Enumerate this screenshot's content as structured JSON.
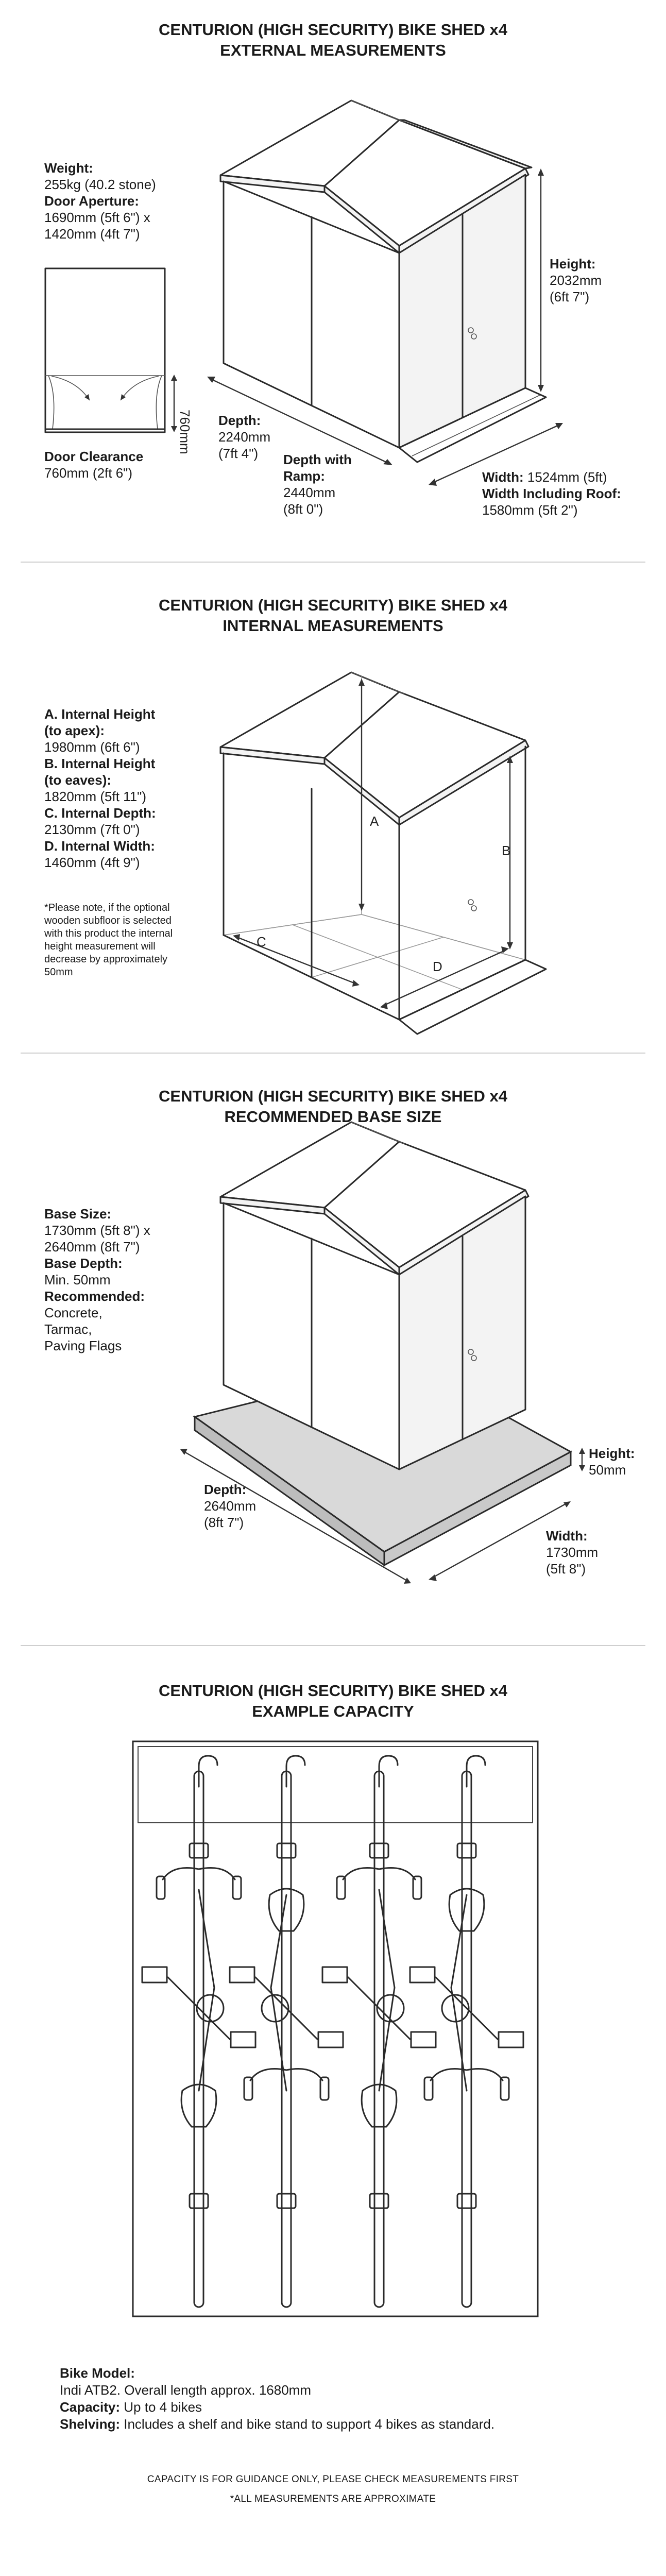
{
  "colors": {
    "text": "#1a1a1a",
    "line": "#2a2a2a",
    "divider": "#cfcfcf",
    "base": "#d9d9d9"
  },
  "external": {
    "title_line1": "CENTURION (HIGH SECURITY) BIKE SHED x4",
    "title_line2": "EXTERNAL MEASUREMENTS",
    "weight_label": "Weight:",
    "weight_value": "255kg (40.2 stone)",
    "door_aperture_label": "Door Aperture:",
    "door_aperture_value1": "1690mm (5ft 6\") x",
    "door_aperture_value2": "1420mm (4ft 7\")",
    "door_clearance_label": "Door Clearance",
    "door_clearance_value": "760mm (2ft 6\")",
    "door_clearance_dim": "760mm",
    "height_label": "Height:",
    "height_value1": "2032mm",
    "height_value2": "(6ft 7\")",
    "depth_label": "Depth:",
    "depth_value1": "2240mm",
    "depth_value2": "(7ft 4\")",
    "depth_ramp_label1": "Depth with",
    "depth_ramp_label2": "Ramp:",
    "depth_ramp_value1": "2440mm",
    "depth_ramp_value2": "(8ft 0\")",
    "width_label": "Width:",
    "width_value": "1524mm (5ft)",
    "width_roof_label": "Width Including Roof:",
    "width_roof_value": "1580mm (5ft 2\")"
  },
  "internal": {
    "title_line1": "CENTURION (HIGH SECURITY) BIKE SHED x4",
    "title_line2": "INTERNAL MEASUREMENTS",
    "a_label1": "A. Internal Height",
    "a_label2": "(to apex):",
    "a_value": "1980mm (6ft 6\")",
    "b_label1": "B. Internal Height",
    "b_label2": "(to eaves):",
    "b_value": "1820mm (5ft 11\")",
    "c_label": "C. Internal Depth:",
    "c_value": "2130mm (7ft 0\")",
    "d_label": "D. Internal Width:",
    "d_value": "1460mm (4ft 9\")",
    "note_lines": [
      "*Please note, if the optional",
      "wooden subfloor is selected",
      "with this product the internal",
      "height measurement will",
      "decrease by approximately",
      "50mm"
    ],
    "marker_a": "A",
    "marker_b": "B",
    "marker_c": "C",
    "marker_d": "D"
  },
  "base": {
    "title_line1": "CENTURION (HIGH SECURITY) BIKE SHED x4",
    "title_line2": "RECOMMENDED BASE SIZE",
    "base_size_label": "Base Size:",
    "base_size_value1": "1730mm (5ft 8\") x",
    "base_size_value2": "2640mm (8ft 7\")",
    "base_depth_label": "Base Depth:",
    "base_depth_value": "Min. 50mm",
    "recommended_label": "Recommended:",
    "recommended_items": [
      "Concrete,",
      "Tarmac,",
      "Paving Flags"
    ],
    "height_label": "Height:",
    "height_value": "50mm",
    "depth_label": "Depth:",
    "depth_value1": "2640mm",
    "depth_value2": "(8ft 7\")",
    "width_label": "Width:",
    "width_value1": "1730mm",
    "width_value2": "(5ft 8\")"
  },
  "capacity": {
    "title_line1": "CENTURION (HIGH SECURITY) BIKE SHED x4",
    "title_line2": "EXAMPLE CAPACITY",
    "bike_model_label": "Bike Model:",
    "bike_model_value": "Indi ATB2. Overall length approx. 1680mm",
    "capacity_label": "Capacity:",
    "capacity_value": "Up to 4 bikes",
    "shelving_label": "Shelving:",
    "shelving_value": "Includes a shelf and bike stand to support 4 bikes as standard.",
    "bike_count": 4
  },
  "footer": {
    "line1": "CAPACITY IS FOR GUIDANCE ONLY, PLEASE CHECK MEASUREMENTS FIRST",
    "line2": "*ALL MEASUREMENTS ARE APPROXIMATE"
  }
}
